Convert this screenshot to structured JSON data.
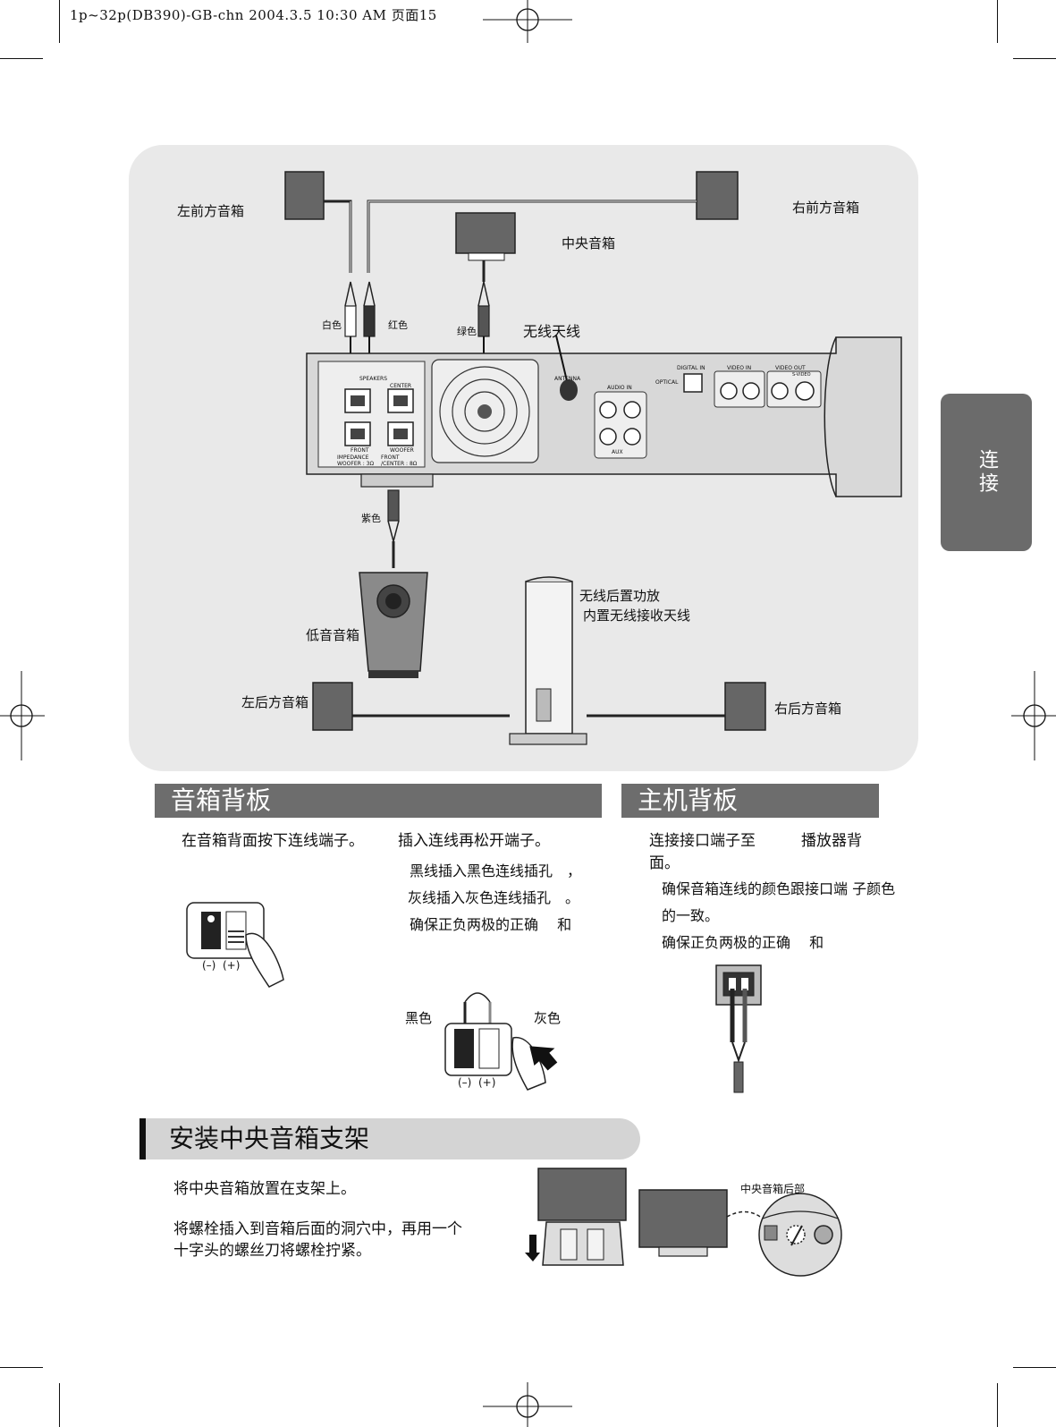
{
  "header": {
    "text": "1p~32p(DB390)-GB-chn  2004.3.5 10:30 AM  页面15"
  },
  "side_tab": {
    "label": "连接"
  },
  "diagram": {
    "labels": {
      "front_left": "左前方音箱",
      "front_right": "右前方音箱",
      "center": "中央音箱",
      "white": "白色",
      "red": "红色",
      "green": "绿色",
      "wireless_antenna": "无线天线",
      "purple": "紫色",
      "subwoofer": "低音音箱",
      "rear_amp_line1": "无线后置功放",
      "rear_amp_line2": "内置无线接收天线",
      "rear_left": "左后方音箱",
      "rear_right": "右后方音箱"
    },
    "panel_labels": {
      "speakers": "SPEAKERS",
      "center": "CENTER",
      "front": "FRONT",
      "woofer": "WOOFER",
      "impedance": "IMPEDANCE",
      "woofer_ohm": "WOOFER : 3Ω",
      "front_center": "FRONT",
      "center_ohm": "/CENTER : 8Ω",
      "antenna": "ANTENNA",
      "digital_in": "DIGITAL IN",
      "optical": "OPTICAL",
      "audio_in": "AUDIO IN",
      "aux": "AUX",
      "video_in": "VIDEO IN",
      "video_out": "VIDEO OUT",
      "s_video": "S-VIDEO"
    }
  },
  "section1": {
    "title": "音箱背板",
    "step1": "在音箱背面按下连线端子。",
    "step2": "插入连线再松开端子。",
    "bullets": [
      "黑线插入黑色连线插孔　，",
      "灰线插入灰色连线插孔　。",
      "确保正负两极的正确　 和"
    ],
    "polarity": "(–)  (+)",
    "black_label": "黑色",
    "gray_label": "灰色"
  },
  "section2": {
    "title": "主机背板",
    "step1_line1": "连接接口端子至　　　播放器背",
    "step1_line2": "面。",
    "bullets": [
      "确保音箱连线的颜色跟接口端 子颜色",
      "的一致。",
      "确保正负两极的正确　 和"
    ]
  },
  "section3": {
    "title": "安装中央音箱支架",
    "step1": "将中央音箱放置在支架上。",
    "step2_line1": "将螺栓插入到音箱后面的洞穴中，再用一个",
    "step2_line2": "十字头的螺丝刀将螺栓拧紧。",
    "rear_label": "中央音箱后部"
  }
}
